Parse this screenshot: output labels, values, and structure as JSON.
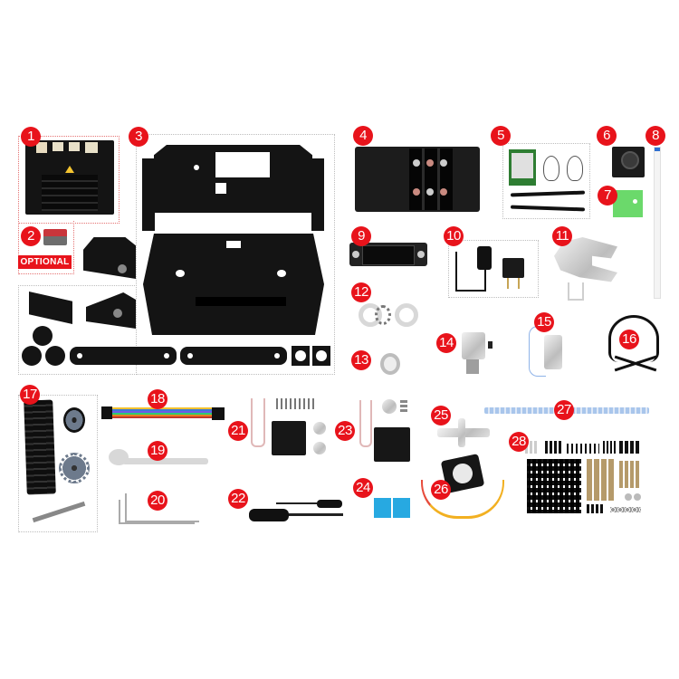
{
  "page": {
    "background": "#ffffff",
    "accent_color": "#e8131b"
  },
  "badges": [
    {
      "n": "1",
      "item": "jetson-nano-board"
    },
    {
      "n": "2",
      "item": "micro-sd-card"
    },
    {
      "n": "3",
      "item": "metal-chassis-frame"
    },
    {
      "n": "4",
      "item": "battery-expansion-board"
    },
    {
      "n": "5",
      "item": "wifi-card-and-antennas"
    },
    {
      "n": "6",
      "item": "camera-module"
    },
    {
      "n": "7",
      "item": "green-adapter-plate"
    },
    {
      "n": "8",
      "item": "ffc-ribbon-cable"
    },
    {
      "n": "9",
      "item": "oled-display"
    },
    {
      "n": "10",
      "item": "power-adapter"
    },
    {
      "n": "11",
      "item": "robotic-gripper"
    },
    {
      "n": "12",
      "item": "thrust-bearing"
    },
    {
      "n": "13",
      "item": "ball-bearing"
    },
    {
      "n": "14",
      "item": "coupling"
    },
    {
      "n": "15",
      "item": "gear-motor"
    },
    {
      "n": "16",
      "item": "black-cable"
    },
    {
      "n": "17",
      "item": "tracks-and-wheels"
    },
    {
      "n": "18",
      "item": "rainbow-jumper-cable"
    },
    {
      "n": "19",
      "item": "wrench"
    },
    {
      "n": "20",
      "item": "hex-keys"
    },
    {
      "n": "21",
      "item": "servo-kit-a"
    },
    {
      "n": "22",
      "item": "screwdrivers"
    },
    {
      "n": "23",
      "item": "servo-kit-b"
    },
    {
      "n": "24",
      "item": "thermal-pads"
    },
    {
      "n": "25",
      "item": "cross-wrench"
    },
    {
      "n": "26",
      "item": "cooling-fan"
    },
    {
      "n": "27",
      "item": "servo-cable"
    },
    {
      "n": "28",
      "item": "screw-set"
    }
  ],
  "labels": {
    "optional": "OPTIONAL"
  }
}
